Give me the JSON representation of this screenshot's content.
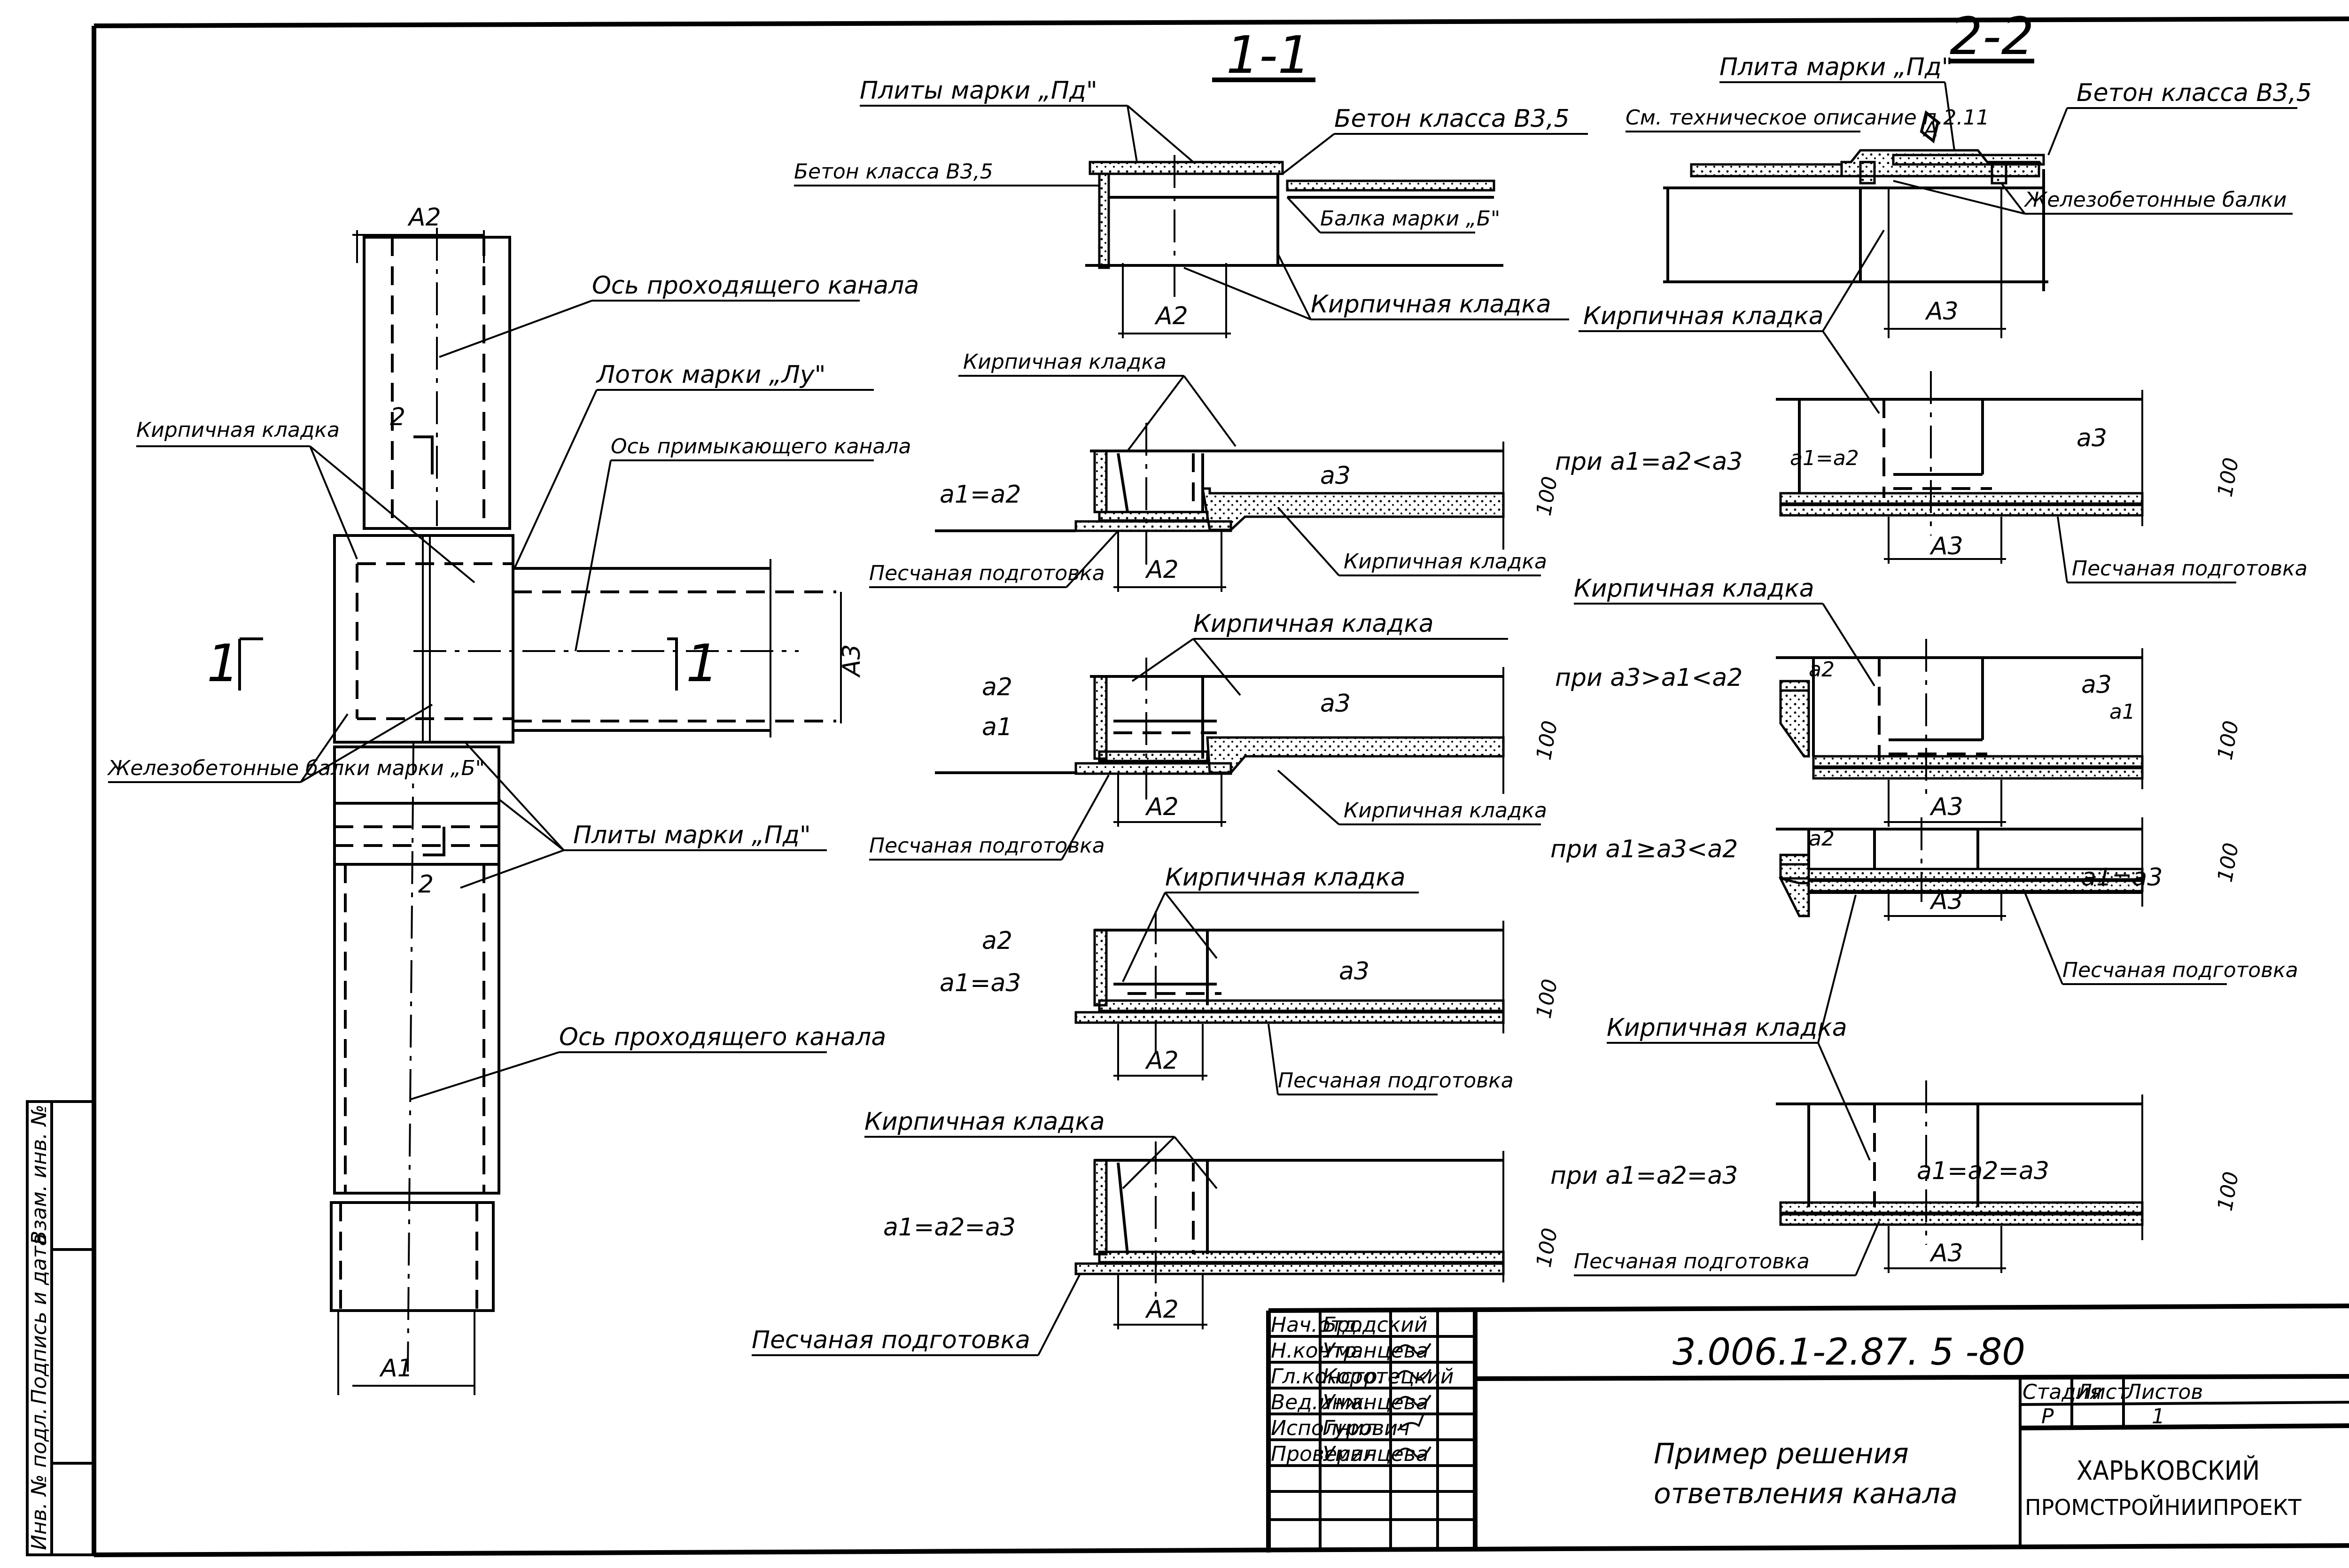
{
  "drawing": {
    "section_titles": {
      "s1": "1-1",
      "s2": "2-2"
    },
    "plan": {
      "labels": {
        "axis_passing_top": "Ось проходящего канала",
        "tray": "Лоток марки „Лу\"",
        "axis_adjoining": "Ось примыкающего канала",
        "brick_masonry": "Кирпичная кладка",
        "rc_beams": "Железобетонные балки марки „Б\"",
        "slabs": "Плиты марки „Пд\"",
        "axis_passing_bottom": "Ось проходящего канала"
      },
      "dims": {
        "a1": "A1",
        "a2": "A2",
        "a3": "A3"
      },
      "section_marks": {
        "m1_left": "1",
        "m1_right": "1",
        "m2_top": "2",
        "m2_bottom": "2"
      }
    },
    "section_1_1": {
      "top": {
        "slabs": "Плиты марки „Пд\"",
        "concrete_right": "Бетон класса В3,5",
        "concrete_left": "Бетон класса В3,5",
        "beam": "Балка марки „Б\"",
        "brick": "Кирпичная кладка",
        "dim": "A2"
      },
      "variants": [
        {
          "brick_top": "Кирпичная кладка",
          "cond": "a1=a2",
          "a3": "a3",
          "sand": "Песчаная подготовка",
          "brick_side": "Кирпичная кладка",
          "dim": "A2",
          "h": "100"
        },
        {
          "brick_top": "Кирпичная кладка",
          "cond_a2": "a2",
          "cond_a1": "a1",
          "a3": "a3",
          "sand": "Песчаная подготовка",
          "brick_side": "Кирпичная кладка",
          "dim": "A2",
          "h": "100"
        },
        {
          "brick_top": "Кирпичная кладка",
          "cond_a2": "a2",
          "cond": "a1=a3",
          "a3": "a3",
          "sand": "Песчаная подготовка",
          "dim": "A2",
          "h": "100"
        },
        {
          "brick_top": "Кирпичная кладка",
          "cond": "a1=a2=a3",
          "sand": "Песчаная подготовка",
          "dim": "A2",
          "h": "100"
        }
      ]
    },
    "section_2_2": {
      "top": {
        "slab": "Плита марки „Пд\"",
        "spec": "См. техническое описание п.2.11",
        "spec_mark": "А",
        "concrete": "Бетон класса В3,5",
        "beams": "Железобетонные балки",
        "dim": "A3"
      },
      "variants": [
        {
          "brick": "Кирпичная кладка",
          "cond": "при a1=a2<a3",
          "cond2": "a1=a2",
          "a3": "a3",
          "sand": "Песчаная подготовка",
          "dim": "A3",
          "h": "100"
        },
        {
          "brick": "Кирпичная кладка",
          "cond": "при a3>a1<a2",
          "cond2": "a2",
          "a3": "a3",
          "a1": "a1",
          "dim": "A3",
          "h": "100"
        },
        {
          "cond": "при a1≥a3<a2",
          "cond2": "a2",
          "a13": "a1=a3",
          "sand": "Песчаная подготовка",
          "dim": "A3",
          "h": "100"
        },
        {
          "brick": "Кирпичная кладка",
          "cond": "при a1=a2=a3",
          "a123": "a1=a2=a3",
          "sand": "Песчаная подготовка",
          "dim": "A3",
          "h": "100"
        }
      ]
    }
  },
  "side_stamp": {
    "cells": [
      "Инв. № подл.",
      "Подпись и дата",
      "Взам. инв. №"
    ]
  },
  "title_block": {
    "doc_code": "3.006.1-2.87. 5 -80",
    "title_line1": "Пример решения",
    "title_line2": "ответвления канала",
    "org_line1": "ХАРЬКОВСКИЙ",
    "org_line2": "ПРОМСТРОЙНИИПРОЕКТ",
    "stage_header": "Стадия",
    "sheet_header": "Лист",
    "sheets_header": "Листов",
    "stage_value": "Р",
    "sheet_value": "",
    "sheets_value": "1",
    "people": [
      {
        "role": "Нач.отд.",
        "name": "Бродский",
        "signed": false
      },
      {
        "role": "Н.контр.",
        "name": "Уманцева",
        "signed": true
      },
      {
        "role": "Гл.констр.",
        "name": "Коротецкий",
        "signed": true
      },
      {
        "role": "Вед.инж.",
        "name": "Уманцева",
        "signed": true
      },
      {
        "role": "Исполнил",
        "name": "Гурович",
        "signed": true
      },
      {
        "role": "Проверил",
        "name": "Уманцева",
        "signed": true
      }
    ]
  }
}
